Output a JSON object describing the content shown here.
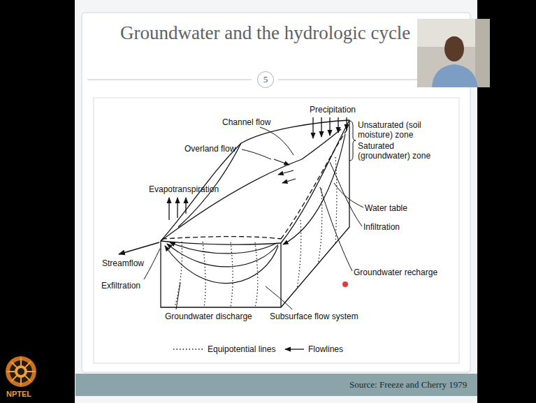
{
  "diagram": {
    "title": "Groundwater and the hydrologic cycle",
    "caption": "Source: Freeze and Cherry 1979",
    "nodes": [
      {
        "text": [
          "5"
        ]
      }
    ],
    "edges": [],
    "labels": [
      "Precipitation",
      "Channel flow",
      "Overland flow",
      "Evapotranspiration",
      "Unsaturated (soil moisture) zone",
      "Saturated (groundwater) zone",
      "Water table",
      "Infiltration",
      "Groundwater recharge",
      "Streamflow",
      "Exfiltration",
      "Groundwater discharge",
      "Subsurface flow system",
      "NPTEL"
    ],
    "legend": [
      {
        "text": "Equipotential lines"
      },
      {
        "text": "Flowlines"
      }
    ]
  }
}
